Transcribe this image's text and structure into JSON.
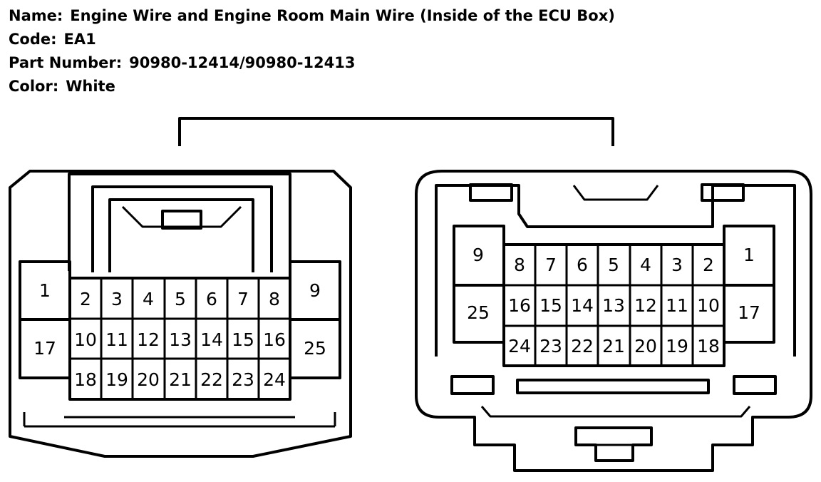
{
  "header": {
    "name_label": "Name:",
    "name_value": "Engine Wire and Engine Room Main Wire (Inside of the ECU Box)",
    "code_label": "Code:",
    "code_value": "EA1",
    "part_label": "Part Number:",
    "part_value": "90980-12414/90980-12413",
    "color_label": "Color:",
    "color_value": "White"
  },
  "connector_left": {
    "pins": {
      "p1": "1",
      "p2": "2",
      "p3": "3",
      "p4": "4",
      "p5": "5",
      "p6": "6",
      "p7": "7",
      "p8": "8",
      "p9": "9",
      "p10": "10",
      "p11": "11",
      "p12": "12",
      "p13": "13",
      "p14": "14",
      "p15": "15",
      "p16": "16",
      "p17": "17",
      "p18": "18",
      "p19": "19",
      "p20": "20",
      "p21": "21",
      "p22": "22",
      "p23": "23",
      "p24": "24",
      "p25": "25"
    }
  },
  "connector_right": {
    "pins": {
      "p1": "1",
      "p2": "2",
      "p3": "3",
      "p4": "4",
      "p5": "5",
      "p6": "6",
      "p7": "7",
      "p8": "8",
      "p9": "9",
      "p10": "10",
      "p11": "11",
      "p12": "12",
      "p13": "13",
      "p14": "14",
      "p15": "15",
      "p16": "16",
      "p17": "17",
      "p18": "18",
      "p19": "19",
      "p20": "20",
      "p21": "21",
      "p22": "22",
      "p23": "23",
      "p24": "24",
      "p25": "25"
    }
  }
}
